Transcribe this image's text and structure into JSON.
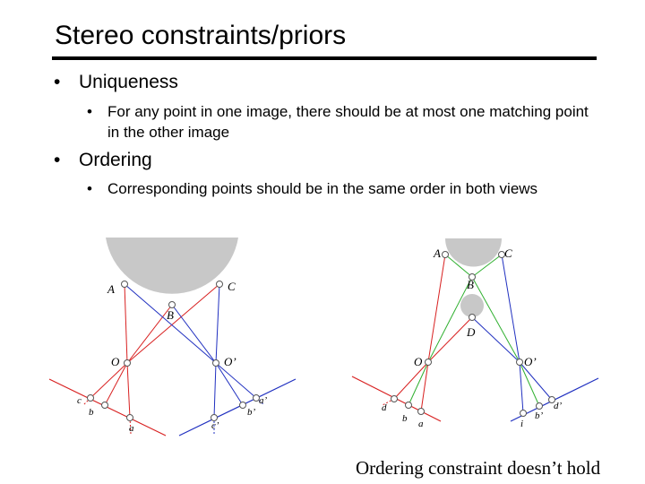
{
  "slide": {
    "title": "Stereo constraints/priors",
    "bullets": [
      {
        "label": "Uniqueness",
        "sub": "For any point in one image, there should be at most one matching point in the other image"
      },
      {
        "label": "Ordering",
        "sub": "Corresponding points should be in the same order in both views"
      }
    ],
    "bullet_glyph": "•",
    "caption": "Ordering constraint doesn’t hold"
  },
  "left_figure": {
    "labels": {
      "A": "A",
      "B": "B",
      "C": "C",
      "O": "O",
      "O2": "O’",
      "c": "c",
      "b": "b",
      "a": "a",
      "c2": "c’",
      "b2": "b’",
      "a2": "a’"
    }
  },
  "right_figure": {
    "labels": {
      "A": "A",
      "B": "B",
      "C": "C",
      "D": "D",
      "O": "O",
      "O2": "O’",
      "d": "d",
      "b": "b",
      "a": "a",
      "i": "i",
      "b2": "b’",
      "d2": "d’"
    }
  },
  "colors": {
    "red": "#d82020",
    "blue": "#2030c0",
    "green": "#30b030",
    "gray": "#c8c8c8"
  }
}
